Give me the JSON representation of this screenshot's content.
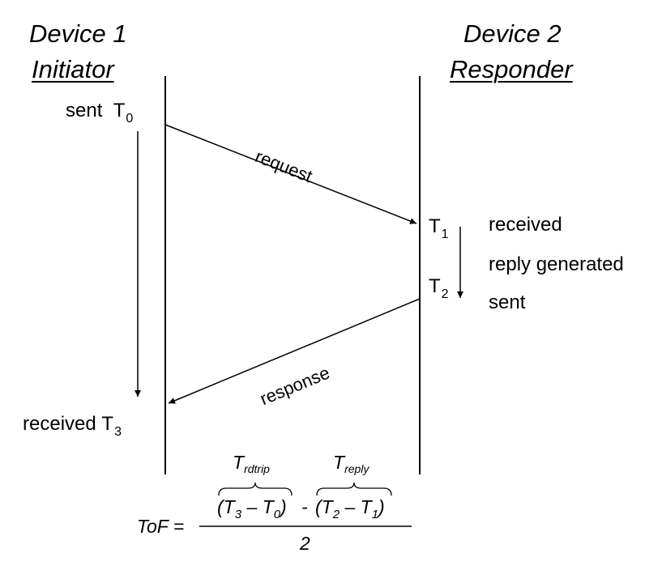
{
  "device1": {
    "name": "Device 1",
    "role": "Initiator"
  },
  "device2": {
    "name": "Device 2",
    "role": "Responder"
  },
  "events": {
    "sent_t0_prefix": "sent",
    "t0_base": "T",
    "t0_sub": "0",
    "t1_base": "T",
    "t1_sub": "1",
    "t2_base": "T",
    "t2_sub": "2",
    "received_t3_prefix": "received",
    "t3_base": "T",
    "t3_sub": "3"
  },
  "responder_steps": {
    "received": "received",
    "reply_generated": "reply generated",
    "sent": "sent"
  },
  "messages": {
    "request": "request",
    "response": "response"
  },
  "formula": {
    "lhs": "ToF =",
    "rdtrip_base": "T",
    "rdtrip_sub": "rdtrip",
    "reply_base": "T",
    "reply_sub": "reply",
    "term1_open": "(T",
    "term1_a_sub": "3",
    "term1_mid": " – T",
    "term1_b_sub": "0",
    "term1_close": ")",
    "minus": "-",
    "term2_open": "(T",
    "term2_a_sub": "2",
    "term2_mid": " – T",
    "term2_b_sub": "1",
    "term2_close": ")",
    "denominator": "2"
  },
  "colors": {
    "line": "#000000",
    "text": "#000000",
    "background": "#ffffff"
  }
}
